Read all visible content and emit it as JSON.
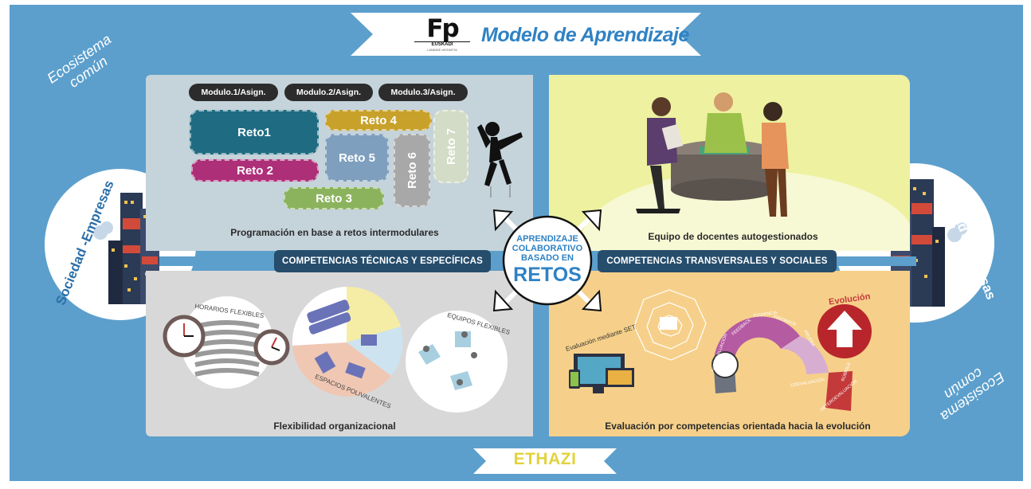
{
  "header": {
    "logo_text": "Fp",
    "logo_sub1": "EUSKADI",
    "logo_sub2": "LANBIDE HEZIKETA",
    "title": "Modelo de Aprendizaje"
  },
  "corners": {
    "top_left": [
      "Ecosistema",
      "común"
    ],
    "bottom_right": [
      "Ecosistema",
      "común"
    ],
    "left_side": "Sociedad -Empresas",
    "right_side": "Sociedad -Empresas"
  },
  "modules": [
    "Modulo.1/Asign.",
    "Modulo.2/Asign.",
    "Modulo.3/Asign."
  ],
  "retos": [
    "Reto1",
    "Reto 2",
    "Reto 3",
    "Reto 4",
    "Reto 5",
    "Reto 6",
    "Reto 7"
  ],
  "quadrants": {
    "top_left_caption": "Programación en base a retos intermodulares",
    "top_right_caption": "Equipo de docentes autogestionados",
    "bottom_left_caption": "Flexibilidad organizacional",
    "bottom_right_caption": "Evaluación por competencias orientada hacia la evolución"
  },
  "bars": {
    "left": "COMPETENCIAS TÉCNICAS Y ESPECÍFICAS",
    "right": "COMPETENCIAS  TRANSVERSALES Y SOCIALES"
  },
  "center": {
    "line1": "APRENDIZAJE",
    "line2": "COLABORATIVO",
    "line3": "BASADO EN",
    "line4": "RETOS"
  },
  "flex_labels": {
    "horarios": "HORARIOS FLEXIBLES",
    "espacios": "ESPACIOS POLIVALENTES",
    "equipos": "EQUIPOS FLEXIBLES"
  },
  "eval_labels": {
    "set": "Evaluación mediante SET",
    "evolucion": "Evolución",
    "steps": [
      "AUTOEVALUACIÓN",
      "FEEDBACK",
      "FEEDBACK",
      "PRUEBA",
      "COEVALUACIÓN",
      "HETEROEVALUACIÓN",
      "RÚBRICA",
      "EVIDENCIA"
    ]
  },
  "footer": {
    "title": "ETHAZI"
  },
  "colors": {
    "outer_bg": "#5c9fcc",
    "panel_tl": "#c5d3db",
    "panel_tr": "#eef1a0",
    "panel_bl": "#d8d8d8",
    "panel_br": "#f6d08a",
    "bar": "#264d6c",
    "title_blue": "#2f82c4",
    "ethazi_yellow": "#e2d33c"
  }
}
